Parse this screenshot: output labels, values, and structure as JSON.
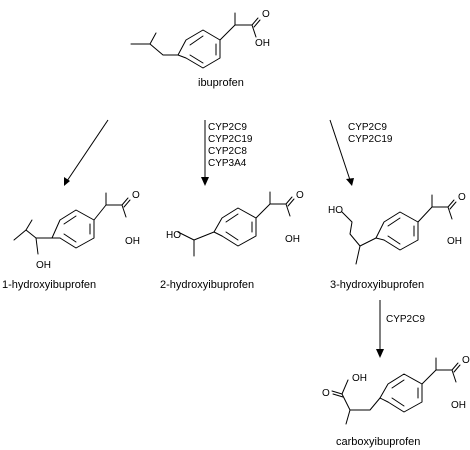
{
  "compounds": {
    "ibuprofen": {
      "name": "ibuprofen",
      "atoms": {
        "o_carbonyl": "O",
        "oh": "OH"
      }
    },
    "hydroxy1": {
      "name": "1-hydroxyibuprofen",
      "atoms": {
        "o_carbonyl": "O",
        "oh": "OH",
        "hydroxyl": "OH"
      }
    },
    "hydroxy2": {
      "name": "2-hydroxyibuprofen",
      "atoms": {
        "o_carbonyl": "O",
        "oh": "OH",
        "hydroxyl": "HO"
      }
    },
    "hydroxy3": {
      "name": "3-hydroxyibuprofen",
      "atoms": {
        "o_carbonyl": "O",
        "oh": "OH",
        "hydroxyl": "HO"
      }
    },
    "carboxy": {
      "name": "carboxyibuprofen",
      "atoms": {
        "o_carbonyl": "O",
        "oh": "OH",
        "o_left": "O",
        "oh_left": "OH"
      }
    }
  },
  "enzymes": {
    "path2": [
      "CYP2C9",
      "CYP2C19",
      "CYP2C8",
      "CYP3A4"
    ],
    "path3": [
      "CYP2C9",
      "CYP2C19"
    ],
    "path4": [
      "CYP2C9"
    ]
  }
}
